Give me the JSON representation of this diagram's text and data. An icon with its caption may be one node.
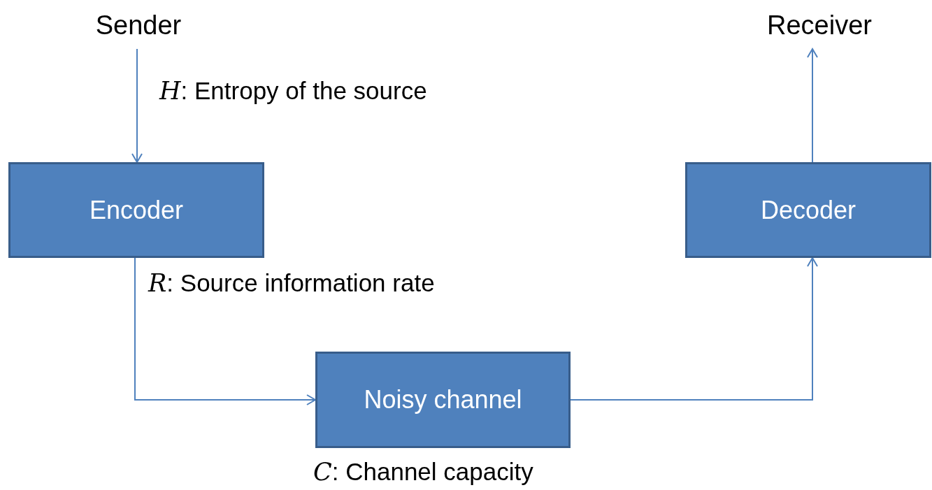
{
  "diagram": {
    "nodes": [
      {
        "text": [
          "Sender"
        ]
      },
      {
        "text": [
          "Encoder"
        ]
      },
      {
        "text": [
          "Noisy channel"
        ],
        "beside": [
          "*C*: Channel capacity"
        ]
      },
      {
        "text": [
          "Decoder"
        ]
      },
      {
        "text": [
          "Receiver"
        ]
      }
    ],
    "edges": [
      {
        "from": 0,
        "to": 1,
        "arrow": "to",
        "label": "*H*: Entropy of the source"
      },
      {
        "from": 1,
        "to": 2,
        "arrow": "to",
        "label": "*R*: Source information rate"
      },
      {
        "from": 2,
        "to": 3,
        "arrow": "to"
      },
      {
        "from": 3,
        "to": 4,
        "arrow": "to"
      }
    ]
  }
}
